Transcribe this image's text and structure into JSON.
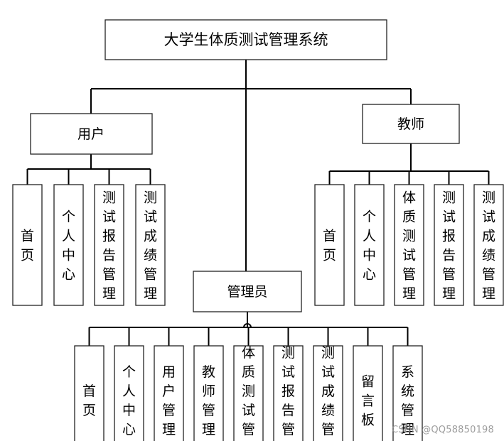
{
  "root": {
    "title": "大学生体质测试管理系统"
  },
  "roles": [
    {
      "label": "用户",
      "children": [
        "首页",
        "个人中心",
        "测试报告管理",
        "测试成绩管理"
      ]
    },
    {
      "label": "教师",
      "children": [
        "首页",
        "个人中心",
        "体质测试管理",
        "测试报告管理",
        "测试成绩管理"
      ]
    },
    {
      "label": "管理员",
      "children": [
        "首页",
        "个人中心",
        "用户管理",
        "教师管理",
        "体质测试管理",
        "测试报告管理",
        "测试成绩管理",
        "留言板",
        "系统管理"
      ]
    }
  ],
  "watermark": "CSDN @QQ58850198"
}
